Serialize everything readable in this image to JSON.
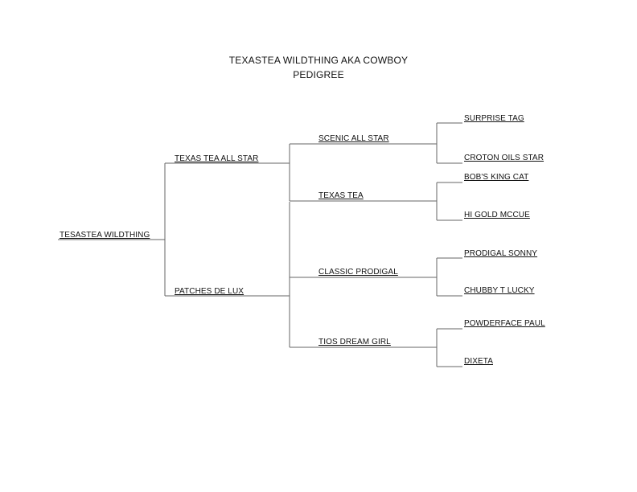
{
  "title": {
    "line1": "TEXASTEA WILDTHING  AKA COWBOY",
    "line2": "PEDIGREE"
  },
  "pedigree": {
    "subject": "TESASTEA WILDTHING",
    "sire": "TEXAS TEA ALL STAR",
    "dam": "PATCHES DE LUX",
    "sire_sire": "SCENIC ALL STAR",
    "sire_dam": "TEXAS TEA",
    "dam_sire": "CLASSIC PRODIGAL",
    "dam_dam": "TIOS DREAM GIRL",
    "ggen": [
      "SURPRISE TAG",
      "CROTON OILS STAR",
      "BOB'S KING CAT",
      "HI GOLD MCCUE",
      "PRODIGAL SONNY",
      "CHUBBY T LUCKY",
      "POWDERFACE PAUL",
      "DIXETA"
    ]
  }
}
